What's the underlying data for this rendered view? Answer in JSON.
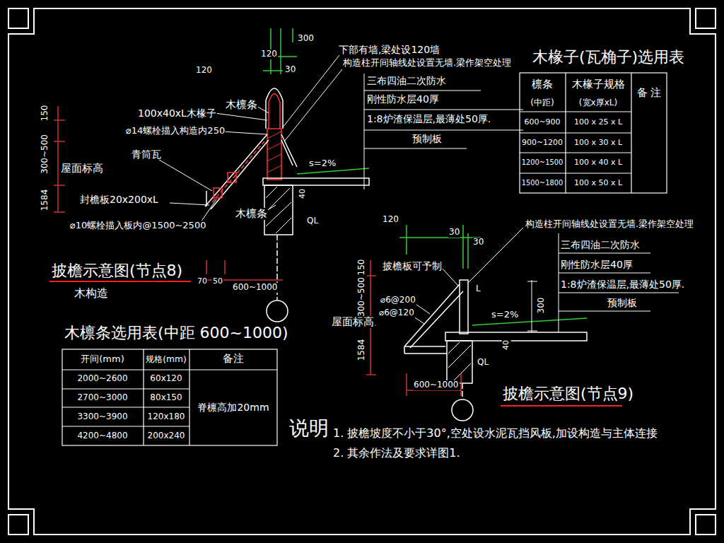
{
  "diagram": {
    "labels": [
      "300",
      "120",
      "120",
      "30",
      "下部有墙,梁处设120墙",
      "构造柱开间轴线处设置无墙.梁作架空处理",
      "三布四油二次防水",
      "刚性防水层40厚",
      "1:8炉渣保温层,最薄处50厚.",
      "预制板",
      "木檩条",
      "100x40xL木椽子",
      "⌀14螺栓描入构造内250",
      "青筒瓦",
      "150",
      "300~500",
      "1584",
      "屋面标高",
      "s=2%",
      "40",
      "封檐板20x200xL",
      "木檩条",
      "QL",
      "⌀10螺栓描入板内@1500~2500",
      "披檐示意图(节点8)",
      "木构造",
      "70",
      "50",
      "600~1000",
      "木椽子(瓦桷子)选用表",
      "檩条",
      "(中距)",
      "木椽子规格",
      "(宽x厚xL)",
      "备 注",
      "600~900",
      "100 x 25 x L",
      "900~1200",
      "100 x 30 x L",
      "1200~1500",
      "100 x 40 x L",
      "1500~1800",
      "100 x 50 x L",
      "木檩条选用表(中距 600~1000)",
      "开间(mm)",
      "规格(mm)",
      "备注",
      "2000~2600",
      "60x120",
      "2700~3000",
      "80x150",
      "3300~3900",
      "120x180",
      "4200~4800",
      "200x240",
      "脊檩高加20mm",
      "120",
      "30",
      "30",
      "构造柱开间轴线处设置无墙.梁作架空处理",
      "三布四油二次防水",
      "刚性防水层40厚",
      "1:8炉渣保温层,最薄处50厚.",
      "预制板",
      "披檐板可予制",
      "L",
      "300",
      "⌀6@200",
      "⌀6@120",
      "150",
      "300~500",
      "1584",
      "屋面标高",
      "s=2%",
      "40",
      "QL",
      "600~1000",
      "披檐示意图(节点9)",
      "说明",
      "1. 披檐坡度不小于30°,空处设水泥瓦挡风板,加设构造与主体连接",
      "2. 其余作法及要求详图1."
    ]
  }
}
